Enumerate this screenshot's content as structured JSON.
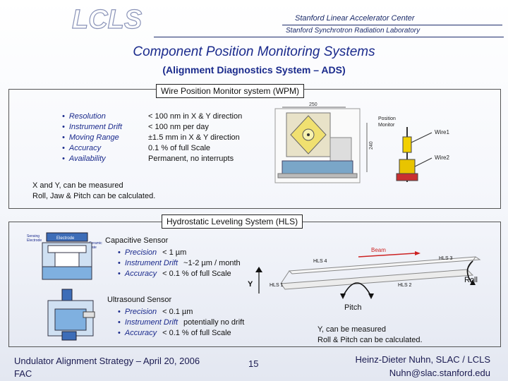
{
  "header": {
    "logo_text": "LCLS",
    "org_line1": "Stanford Linear Accelerator Center",
    "org_line2": "Stanford Synchrotron Radiation Laboratory"
  },
  "title": "Component Position Monitoring Systems",
  "subtitle": "(Alignment Diagnostics System – ADS)",
  "wpm": {
    "label": "Wire Position Monitor system (WPM)",
    "specs": [
      {
        "param": "Resolution",
        "value": "< 100  nm in X & Y direction"
      },
      {
        "param": "Instrument Drift",
        "value": "< 100  nm per day"
      },
      {
        "param": "Moving Range",
        "value": "±1.5 mm in X & Y direction"
      },
      {
        "param": "Accuracy",
        "value": "0.1 % of full Scale"
      },
      {
        "param": "Availability",
        "value": "Permanent, no interrupts"
      }
    ],
    "note_line1": "X and Y, can be measured",
    "note_line2": "Roll, Jaw & Pitch can be calculated.",
    "diagram": {
      "dim_top": "250",
      "dim_side": "240",
      "label_position_monitor_1": "Position",
      "label_position_monitor_2": "Monitor",
      "label_wire1": "Wire1",
      "label_wire2": "Wire2"
    }
  },
  "hls": {
    "label": "Hydrostatic Leveling System (HLS)",
    "capacitive": {
      "title": "Capacitive Sensor",
      "specs": [
        {
          "param": "Precision",
          "value": "< 1 µm"
        },
        {
          "param": "Instrument Drift",
          "value": "~1-2 µm / month"
        },
        {
          "param": "Accuracy",
          "value": "< 0.1 % of full Scale"
        }
      ]
    },
    "ultrasound": {
      "title": "Ultrasound Sensor",
      "specs": [
        {
          "param": "Precision",
          "value": "< 0.1 µm"
        },
        {
          "param": "Instrument Drift",
          "value": "potentially no drift"
        },
        {
          "param": "Accuracy",
          "value": "< 0.1 % of full Scale"
        }
      ]
    },
    "cap_diagram": {
      "label_sensing": "Sensing",
      "label_electrode": "Electrode",
      "label_electrode_top": "Electrode",
      "label_ceramic": "Ceramic",
      "label_plate": "plate"
    },
    "beam_diagram": {
      "beam": "Beam",
      "hls1": "HLS 1",
      "hls2": "HLS 2",
      "hls3": "HLS 3",
      "hls4": "HLS 4"
    },
    "y_axis": "Y",
    "roll": "Roll",
    "pitch": "Pitch",
    "note_line1": "Y, can be measured",
    "note_line2": "Roll & Pitch can be calculated."
  },
  "footer": {
    "left_line1": "Undulator Alignment Strategy – April 20, 2006",
    "left_line2": "FAC",
    "page": "15",
    "right_line1": "Heinz-Dieter Nuhn, SLAC / LCLS",
    "right_line2": "Nuhn@slac.stanford.edu"
  },
  "colors": {
    "title_blue": "#1a2a8c",
    "beam_red": "#cc2222"
  }
}
